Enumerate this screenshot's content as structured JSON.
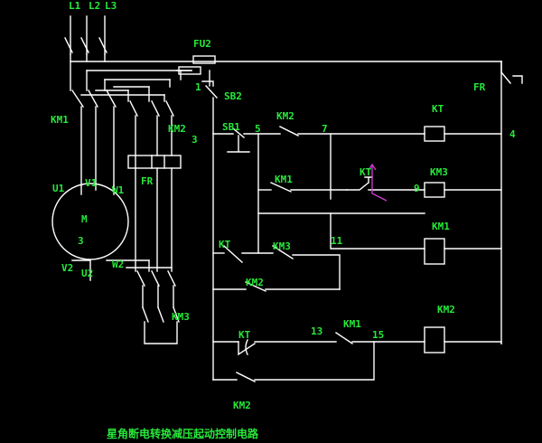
{
  "labels": {
    "l1": "L1",
    "l2": "L2",
    "l3": "L3",
    "fu2": "FU2",
    "fr_top": "FR",
    "sb2": "SB2",
    "km1_main": "KM1",
    "km2_main": "KM2",
    "node1": "1",
    "node3": "3",
    "sb1": "SB1",
    "node5": "5",
    "km2_aux": "KM2",
    "node7": "7",
    "kt_coil": "KT",
    "node4": "4",
    "fr_relay": "FR",
    "u1": "U1",
    "v1": "V1",
    "w1": "W1",
    "motor_m": "M",
    "motor_3": "3",
    "km1_aux": "KM1",
    "kt_contact1": "KT",
    "km3_coil": "KM3",
    "node9": "9",
    "km1_coil": "KM1",
    "kt_contact2": "KT",
    "km3_aux": "KM3",
    "node11": "11",
    "v2": "V2",
    "u2": "U2",
    "w2": "W2",
    "km2_aux2": "KM2",
    "km3_main": "KM3",
    "km2_coil": "KM2",
    "kt_contact3": "KT",
    "node13": "13",
    "km1_aux2": "KM1",
    "node15": "15",
    "km2_bottom": "KM2"
  },
  "caption": "星角断电转换减压起动控制电路",
  "colors": {
    "background": "#000000",
    "wire": "#ffffff",
    "label": "#27e83a",
    "marker": "#d43cd8"
  }
}
